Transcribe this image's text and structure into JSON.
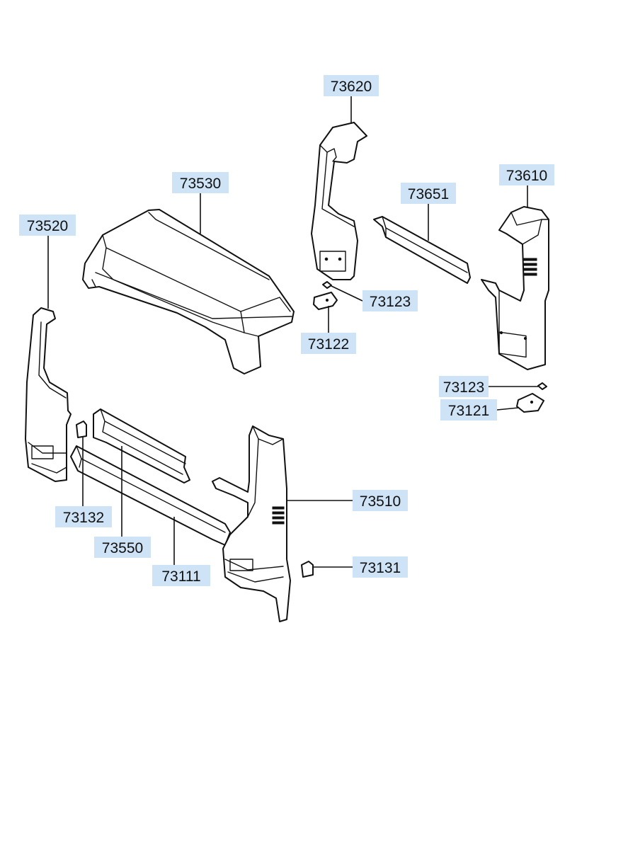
{
  "callouts": {
    "c73620": "73620",
    "c73530": "73530",
    "c73610": "73610",
    "c73651": "73651",
    "c73520": "73520",
    "c73123a": "73123",
    "c73122": "73122",
    "c73123b": "73123",
    "c73121": "73121",
    "c73510": "73510",
    "c73132": "73132",
    "c73550": "73550",
    "c73111": "73111",
    "c73131": "73131"
  },
  "colors": {
    "callout_fill": "#cfe3f7",
    "line": "#111111"
  }
}
